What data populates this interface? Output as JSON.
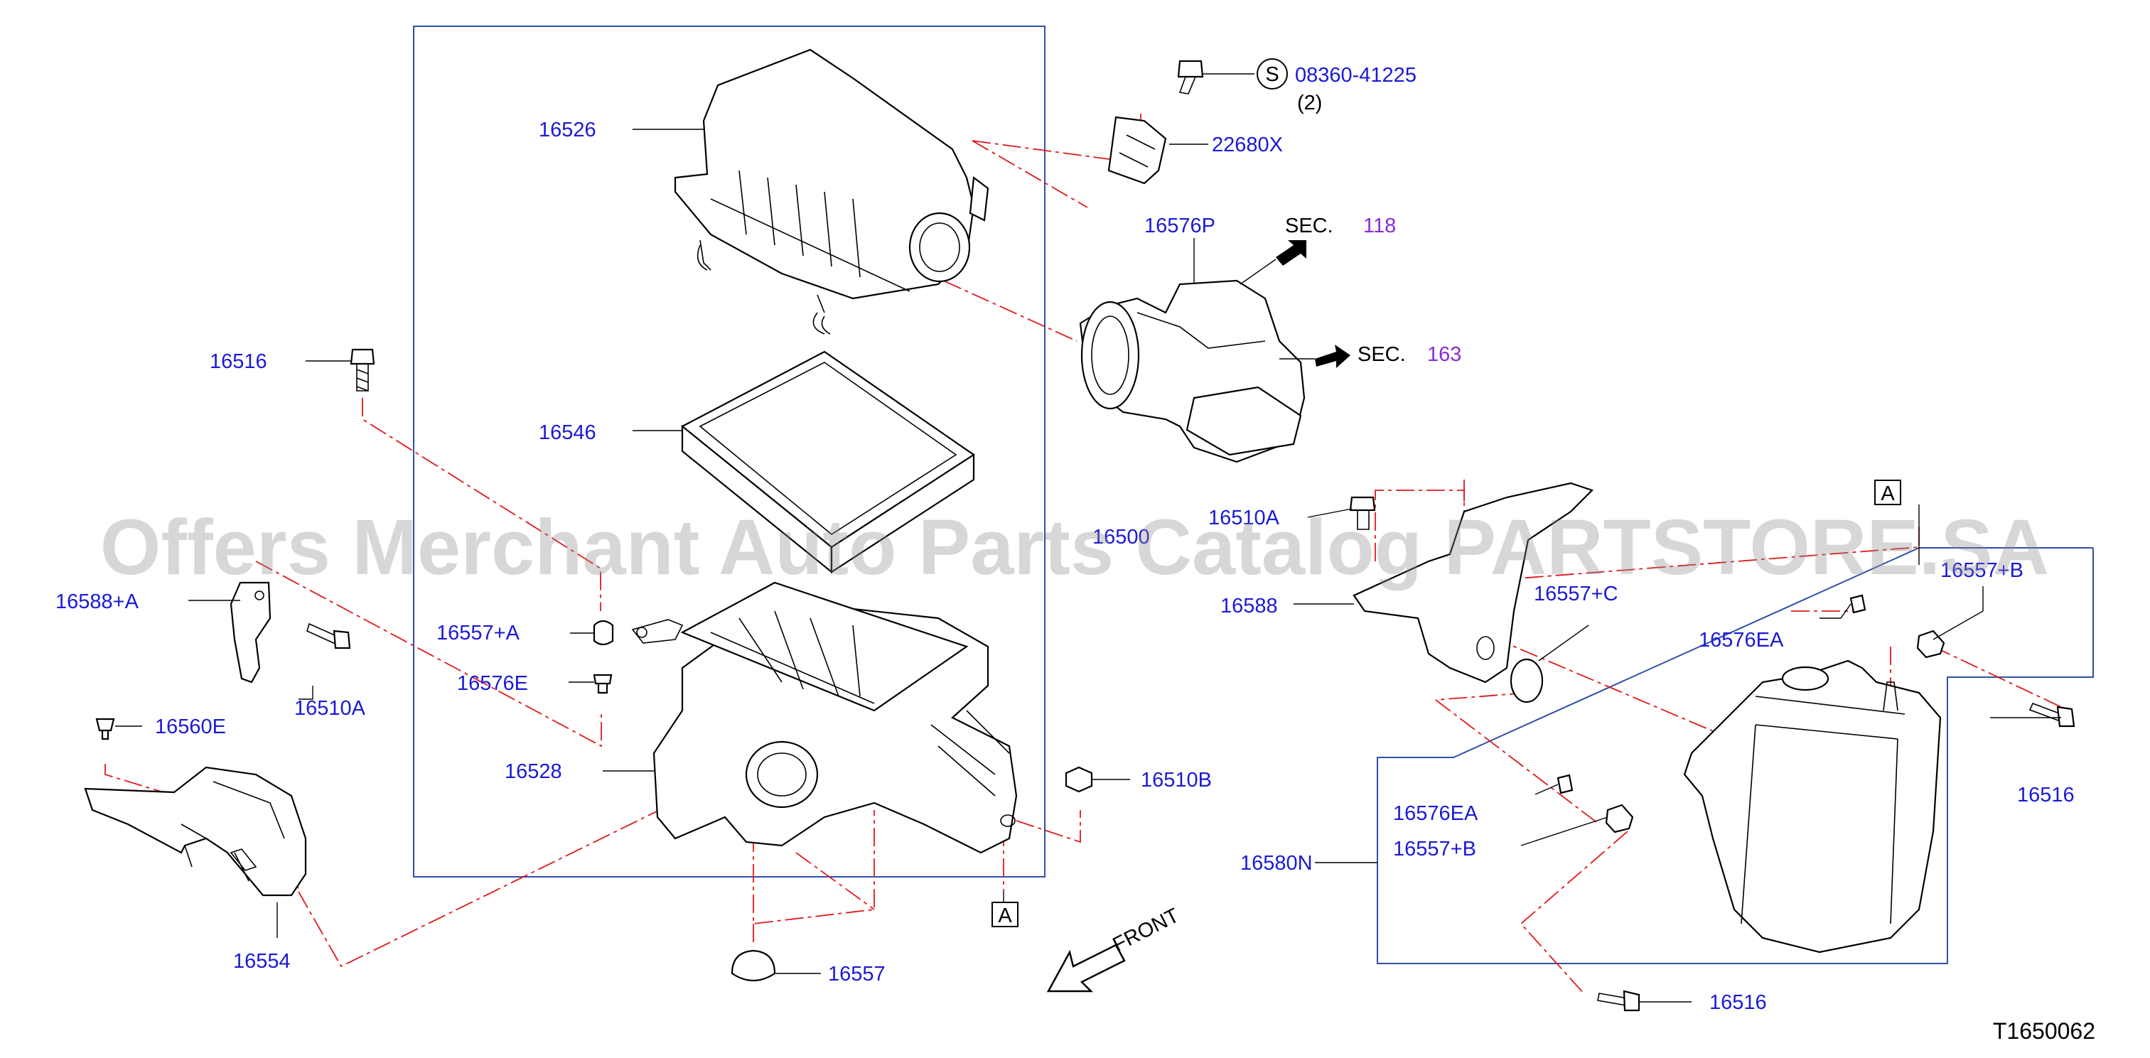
{
  "diagram": {
    "watermark": "Offers Merchant Auto Parts Catalog PARTSTORE.SA",
    "figure_code": "T1650062",
    "front_label": "FRONT",
    "callout_a": "A",
    "std_symbol": "S",
    "labels": {
      "p16526": "16526",
      "p08360": "08360-41225",
      "qty2": "(2)",
      "p22680X": "22680X",
      "p16576P": "16576P",
      "sec": "SEC.",
      "sec118": "118",
      "sec163": "163",
      "p16516_left": "16516",
      "p16546": "16546",
      "p16500": "16500",
      "p16588A": "16588+A",
      "p16510A_left": "16510A",
      "p16557A": "16557+A",
      "p16576E": "16576E",
      "p16560E": "16560E",
      "p16528": "16528",
      "p16510B": "16510B",
      "p16554": "16554",
      "p16557": "16557",
      "p16510A_right": "16510A",
      "p16588": "16588",
      "p16557C": "16557+C",
      "p16576EA_top": "16576EA",
      "p16557B_top": "16557+B",
      "p16516_right": "16516",
      "p16576EA_bot": "16576EA",
      "p16557B_bot": "16557+B",
      "p16580N": "16580N",
      "p16516_bottom": "16516"
    }
  }
}
